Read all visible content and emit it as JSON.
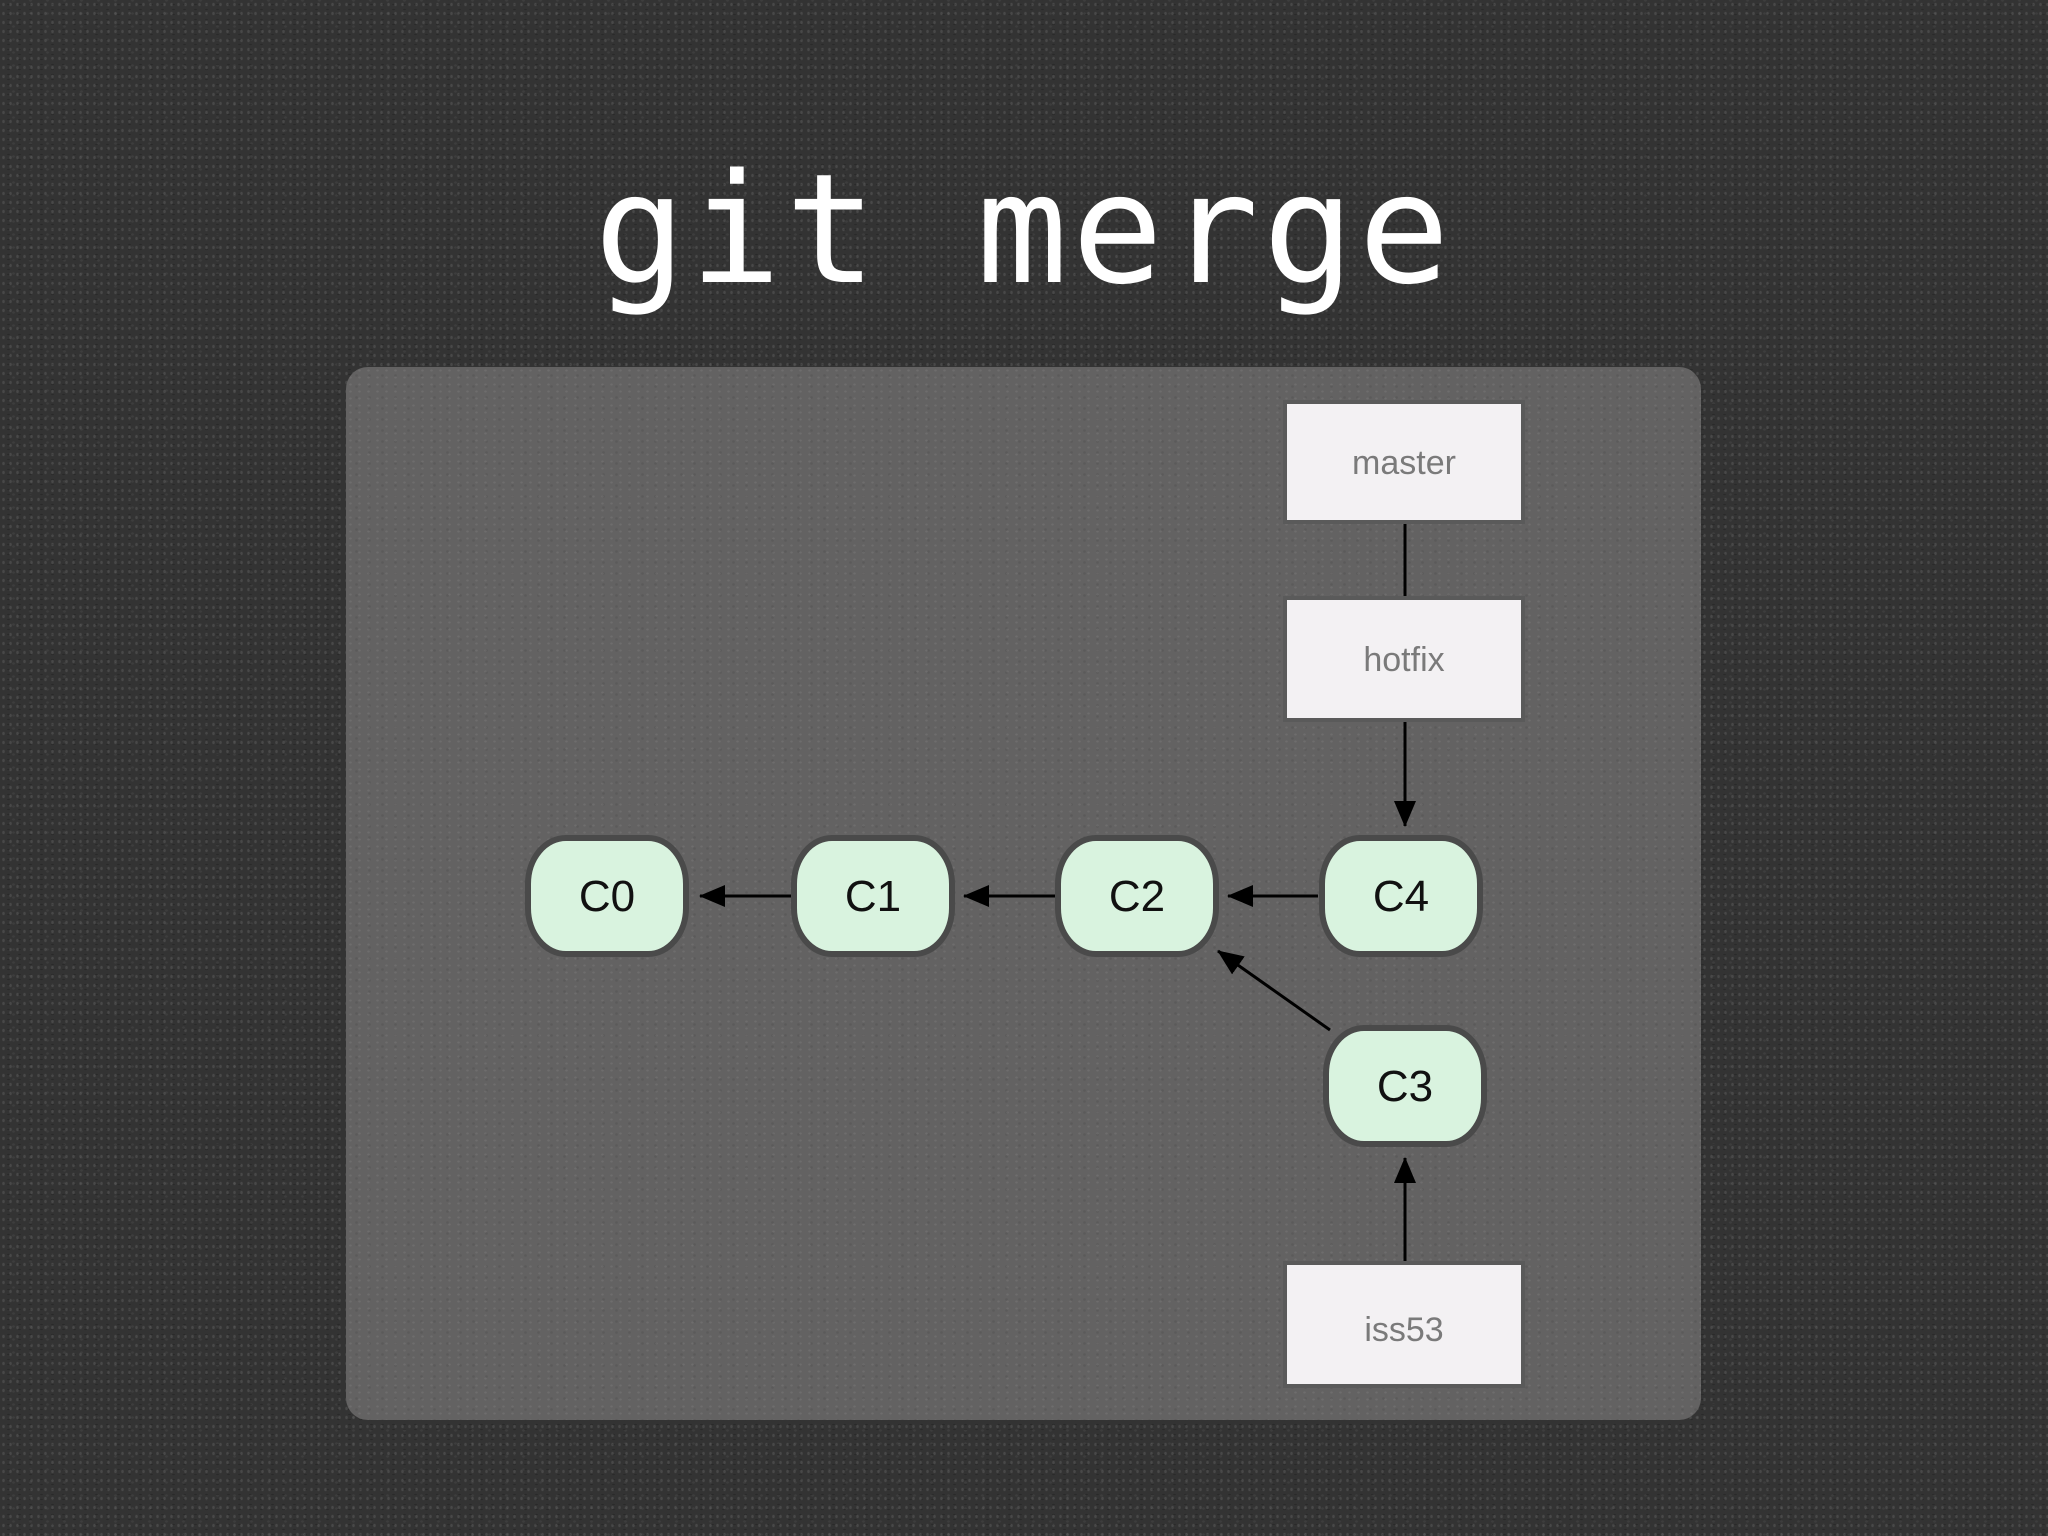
{
  "title": "git merge",
  "colors": {
    "background": "#333333",
    "panel": "#636262",
    "commit_fill": "#d9f3df",
    "commit_border": "#4a4a4a",
    "ref_fill": "#f3f1f3",
    "arrow": "#000000"
  },
  "commits": [
    {
      "id": "c0",
      "label": "C0"
    },
    {
      "id": "c1",
      "label": "C1"
    },
    {
      "id": "c2",
      "label": "C2"
    },
    {
      "id": "c4",
      "label": "C4"
    },
    {
      "id": "c3",
      "label": "C3"
    }
  ],
  "refs": [
    {
      "id": "master",
      "label": "master"
    },
    {
      "id": "hotfix",
      "label": "hotfix"
    },
    {
      "id": "iss53",
      "label": "iss53"
    }
  ],
  "edges": [
    {
      "from": "c1",
      "to": "c0"
    },
    {
      "from": "c2",
      "to": "c1"
    },
    {
      "from": "c4",
      "to": "c2"
    },
    {
      "from": "c3",
      "to": "c2"
    },
    {
      "from": "master",
      "to": "hotfix"
    },
    {
      "from": "hotfix",
      "to": "c4"
    },
    {
      "from": "iss53",
      "to": "c3"
    }
  ]
}
